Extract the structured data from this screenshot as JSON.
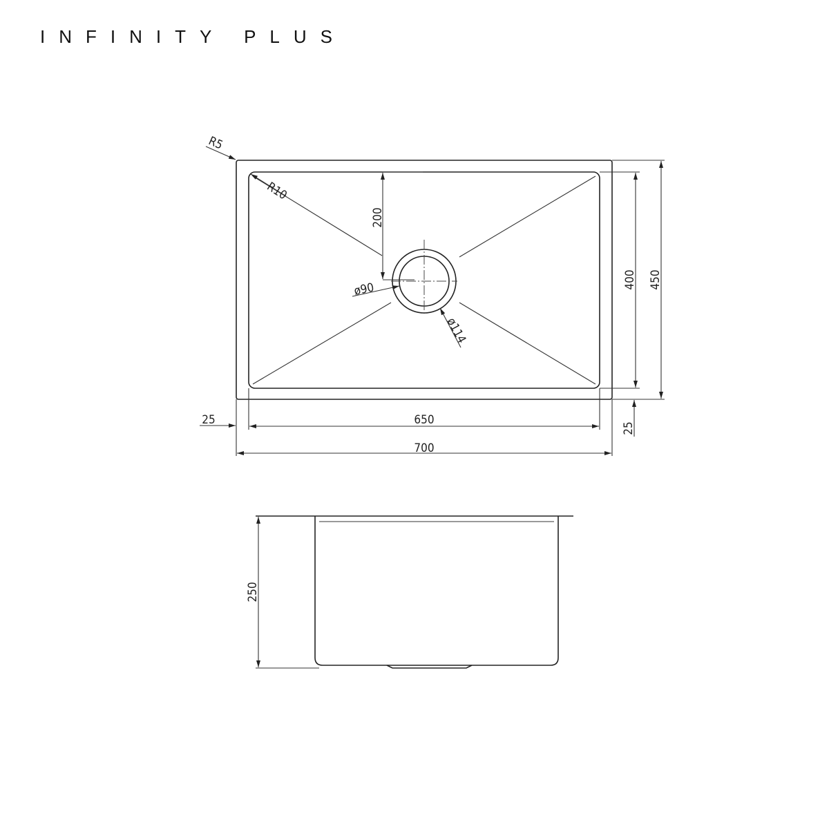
{
  "title": "INFINITY PLUS",
  "plan_view": {
    "corner_radius_outer": "R5",
    "corner_radius_inner": "R10",
    "drain_offset": "200",
    "drain_inner_diameter": "ø90",
    "drain_outer_diameter": "ø114",
    "bowl_depth_dim": "400",
    "overall_depth_dim": "450",
    "bowl_width_dim": "650",
    "overall_width_dim": "700",
    "left_flange": "25",
    "bottom_flange": "25"
  },
  "side_view": {
    "height_dim": "250"
  }
}
